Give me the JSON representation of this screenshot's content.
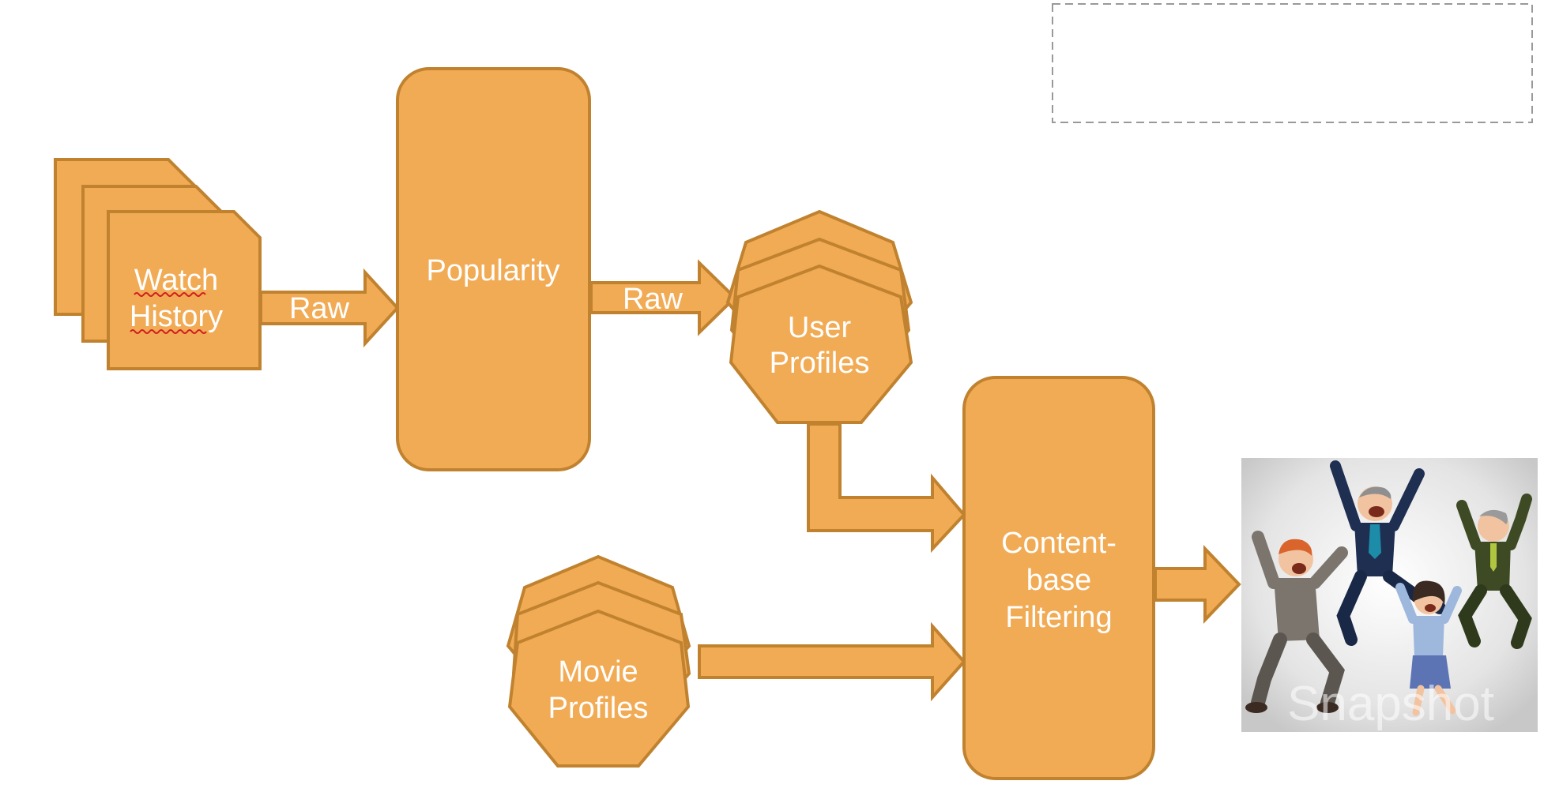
{
  "nodes": {
    "watch_history": {
      "line1": "Watch",
      "line2": "History"
    },
    "popularity": {
      "label": "Popularity"
    },
    "user_profiles": {
      "line1": "User",
      "line2": "Profiles"
    },
    "movie_profiles": {
      "line1": "Movie",
      "line2": "Profiles"
    },
    "content_filtering": {
      "line1": "Content-",
      "line2": "base",
      "line3": "Filtering"
    }
  },
  "edges": {
    "watch_to_popularity": "Raw",
    "popularity_to_user": "Raw"
  },
  "watermark": "Snapshot",
  "colors": {
    "fill": "#f2ab55",
    "stroke": "#c0822f",
    "text": "#ffffff"
  },
  "image": {
    "subject": "jumping-happy-people"
  }
}
